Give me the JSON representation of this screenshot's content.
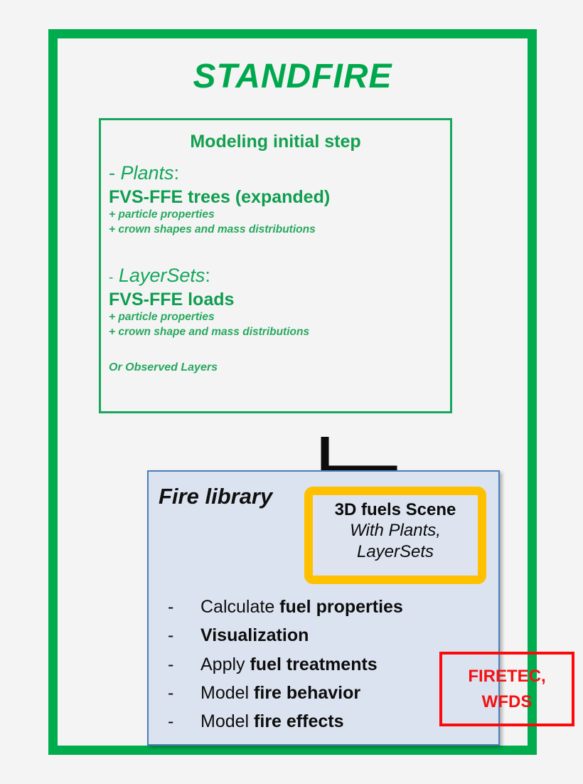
{
  "diagram": {
    "title": "STANDFIRE",
    "modeling": {
      "heading": "Modeling initial step",
      "groups": [
        {
          "dash": "-",
          "label": " Plants",
          "colon": ":",
          "main": "FVS-FFE trees (expanded)",
          "subs": [
            "+ particle properties",
            "+ crown shapes and mass distributions"
          ]
        },
        {
          "dash": "-",
          "label": " LayerSets",
          "colon": ":",
          "main": "FVS-FFE loads",
          "subs": [
            "+ particle properties",
            "+ crown shape and mass distributions"
          ]
        }
      ],
      "footnote": "Or Observed Layers"
    },
    "fire_library": {
      "label": "Fire library",
      "scene": {
        "title": "3D fuels Scene",
        "line2": "With Plants,",
        "line3": "LayerSets"
      },
      "items": [
        {
          "dash": "-",
          "plain": "Calculate ",
          "strong": "fuel properties"
        },
        {
          "dash": "-",
          "plain": "",
          "strong": "Visualization"
        },
        {
          "dash": "-",
          "plain": "Apply ",
          "strong": "fuel treatments"
        },
        {
          "dash": "-",
          "plain": "Model ",
          "strong": "fire behavior"
        },
        {
          "dash": "-",
          "plain": "Model ",
          "strong": "fire effects"
        }
      ]
    },
    "models_box": {
      "line1": "FIRETEC,",
      "line2": "WFDS"
    },
    "colors": {
      "green": "#00ad4e",
      "green_text": "#15a75c",
      "blue_fill": "#dce3f0",
      "blue_border": "#4a7ebb",
      "orange": "#ffc000",
      "red": "#fa0a0a",
      "background": "#f4f4f4"
    }
  }
}
